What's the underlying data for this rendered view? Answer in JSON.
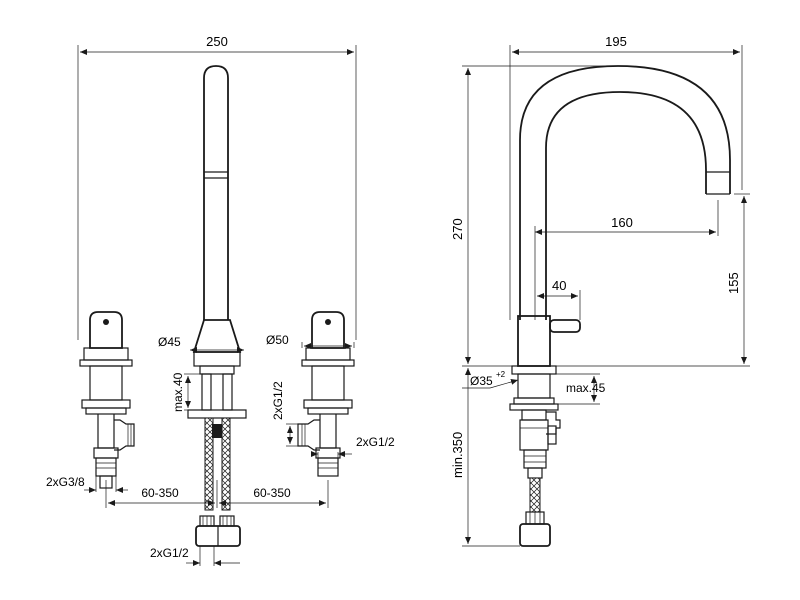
{
  "dimensions": {
    "overall_width_front": "250",
    "spout_diameter": "Ø45",
    "handle_diameter": "Ø50",
    "deck_max_thickness_front": "max.40",
    "right_inlet_thread_vertical": "2xG1/2",
    "right_inlet_thread_horizontal": "2xG1/2",
    "left_inlet_thread": "2xG3/8",
    "left_spacing": "60-350",
    "right_spacing": "60-350",
    "bottom_thread": "2xG1/2",
    "overall_width_side": "195",
    "overall_height": "270",
    "spout_reach": "160",
    "spout_outlet_height": "155",
    "handle_offset": "40",
    "mounting_hole_diameter": "Ø35",
    "mounting_hole_tolerance": "+2",
    "deck_max_thickness_side": "max.45",
    "minimum_hose_length": "min.350"
  }
}
